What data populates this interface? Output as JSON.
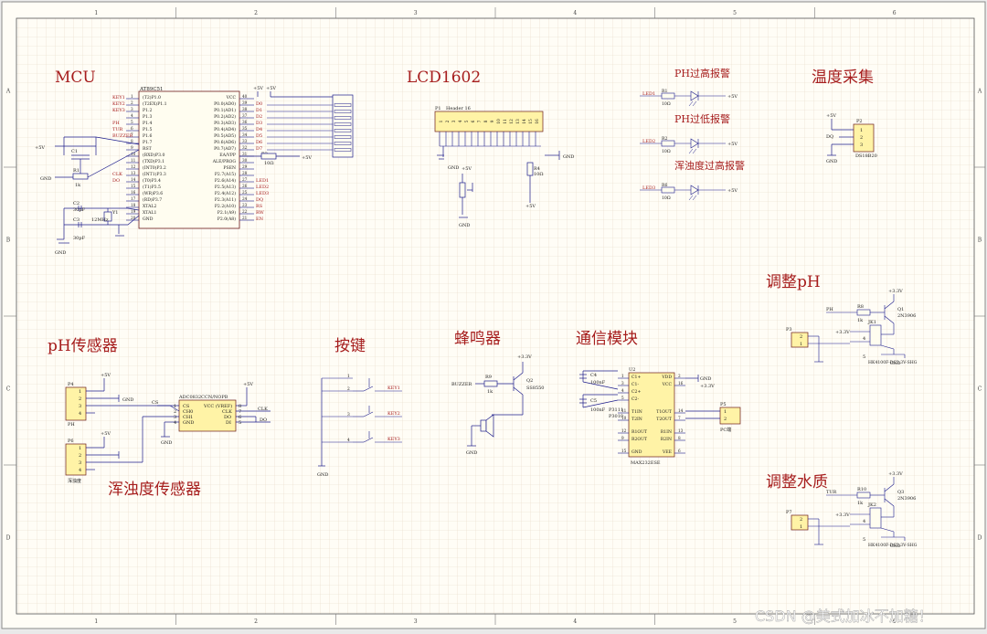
{
  "sheet": {
    "columns": [
      "1",
      "2",
      "3",
      "4",
      "5",
      "6"
    ],
    "rows": [
      "A",
      "B",
      "C",
      "D"
    ],
    "watermark": "CSDN @美式加冰不加糖！"
  },
  "titles": {
    "mcu": "MCU",
    "lcd": "LCD1602",
    "ph_high": "PH过高报警",
    "ph_low": "PH过低报警",
    "turbidity_alarm": "浑浊度过高报警",
    "temperature": "温度采集",
    "adjust_ph": "调整pH",
    "ph_sensor": "pH传感器",
    "keys": "按键",
    "buzzer": "蜂鸣器",
    "comm": "通信模块",
    "turbidity_sensor": "浑浊度传感器",
    "adjust_water": "调整水质"
  },
  "mcu": {
    "chip": "AT89C51",
    "left_pins": [
      "(T2)P1.0",
      "(T2EX)P1.1",
      "P1.2",
      "P1.3",
      "P1.4",
      "P1.5",
      "P1.6",
      "P1.7",
      "RST",
      "(RXD)P3.0",
      "(TXD)P3.1",
      "(INT0)P3.2",
      "(INT1)P3.3",
      "(T0)P3.4",
      "(T1)P3.5",
      "(WR)P3.6",
      "(RD)P3.7",
      "XTAL2",
      "XTAL1",
      "GND"
    ],
    "left_nums": [
      "1",
      "2",
      "3",
      "4",
      "5",
      "6",
      "7",
      "8",
      "9",
      "10",
      "11",
      "12",
      "13",
      "14",
      "15",
      "16",
      "17",
      "18",
      "19",
      "20"
    ],
    "right_pins": [
      "VCC",
      "P0.0(AD0)",
      "P0.1(AD1)",
      "P0.2(AD2)",
      "P0.3(AD3)",
      "P0.4(AD4)",
      "P0.5(AD5)",
      "P0.6(AD6)",
      "P0.7(AD7)",
      "EA/VPP",
      "ALE/PROG",
      "PSEN",
      "P2.7(A15)",
      "P2.6(A14)",
      "P2.5(A13)",
      "P2.4(A12)",
      "P2.3(A11)",
      "P2.2(A10)",
      "P2.1(A9)",
      "P2.0(A8)"
    ],
    "right_nums": [
      "40",
      "39",
      "38",
      "37",
      "36",
      "35",
      "34",
      "33",
      "32",
      "31",
      "30",
      "29",
      "28",
      "27",
      "26",
      "25",
      "24",
      "23",
      "22",
      "21"
    ],
    "left_nets": [
      "KEY1",
      "KEY2",
      "KEY3",
      "",
      "PH",
      "TUR",
      "BUZZER",
      "",
      "",
      "",
      "",
      "",
      "CLK",
      "DO",
      "",
      "",
      "",
      "",
      "",
      ""
    ],
    "right_nets": [
      "",
      "D0",
      "D1",
      "D2",
      "D3",
      "D4",
      "D5",
      "D6",
      "D7",
      "",
      "",
      "",
      "",
      "LED1",
      "LED2",
      "LED3",
      "DQ",
      "RS",
      "RW",
      "EN"
    ],
    "vcc": "+5V",
    "gnd": "GND",
    "reset_cap": "C1",
    "reset_res": "R1",
    "res_val": "1k",
    "c2": "C2",
    "c3": "C3",
    "cap_val": "30pF",
    "xtal": "Y1",
    "xtal_val": "12MHz",
    "r2": "R2",
    "r2_val": "10Ω",
    "resnet": "+5V"
  },
  "lcd": {
    "ref": "P1",
    "part": "Header 16",
    "pins": [
      "1",
      "2",
      "3",
      "4",
      "5",
      "6",
      "7",
      "8",
      "9",
      "10",
      "11",
      "12",
      "13",
      "14",
      "15",
      "16"
    ],
    "r4": "R4",
    "r4_val": "10Ω",
    "vcc": "+5V",
    "gnd": "GND"
  },
  "alarms": [
    {
      "net": "LED1",
      "ref": "R1",
      "val": "10Ω",
      "vcc": "+5V"
    },
    {
      "net": "LED2",
      "ref": "R2",
      "val": "10Ω",
      "vcc": "+5V"
    },
    {
      "net": "LED3",
      "ref": "R6",
      "val": "10Ω",
      "vcc": "+5V"
    }
  ],
  "temp": {
    "ref": "P2",
    "part": "DS18B20",
    "net": "DQ",
    "vcc": "+5V",
    "gnd": "GND",
    "pins": [
      "1",
      "2",
      "3"
    ]
  },
  "ph_sensor": {
    "ref": "P4",
    "label": "PH",
    "vcc": "+5V",
    "gnd": "GND",
    "pins": [
      "1",
      "2",
      "3",
      "4"
    ],
    "ref2": "P6",
    "label2": "浑浊度",
    "vcc2": "+5V",
    "pins2": [
      "1",
      "2",
      "3",
      "4"
    ],
    "adc": "ADC0832CCN/NOPB",
    "adc_left": [
      "CS",
      "CH0",
      "CH1",
      "GND"
    ],
    "adc_right": [
      "VCC (VREF)",
      "CLK",
      "DO",
      "DI"
    ],
    "adc_lnum": [
      "1",
      "2",
      "3",
      "4"
    ],
    "adc_rnum": [
      "8",
      "7",
      "6",
      "5"
    ],
    "cs": "CS",
    "clk": "CLK",
    "do": "DO",
    "adc_vcc": "+5V",
    "adc_gnd": "GND"
  },
  "keys": {
    "items": [
      "KEY1",
      "KEY2",
      "KEY3"
    ],
    "pins": [
      "1",
      "2",
      "3",
      "4"
    ],
    "gnd": "GND"
  },
  "buzzer": {
    "net": "BUZZER",
    "r": "R9",
    "rval": "1k",
    "q": "Q2",
    "qpart": "SS8550",
    "vcc": "+3.3V",
    "gnd": "GND"
  },
  "comm": {
    "ref": "U2",
    "part": "MAX232ESE",
    "left": [
      "C1+",
      "C1-",
      "C2+",
      "C2-",
      "T1IN",
      "T2IN",
      "R1OUT",
      "R2OUT",
      "GND"
    ],
    "right": [
      "VDD",
      "VCC",
      "",
      "",
      "T1OUT",
      "T2OUT",
      "R1IN",
      "R2IN",
      "VEE"
    ],
    "lnums": [
      "1",
      "3",
      "4",
      "5",
      "11",
      "10",
      "12",
      "9",
      "15"
    ],
    "rnums": [
      "2",
      "16",
      "",
      "",
      "14",
      "7",
      "13",
      "8",
      "6"
    ],
    "c4": "C4",
    "c5": "C5",
    "cval": "100nF",
    "txd": "P3111",
    "rxd": "P3010",
    "p5": "P5",
    "p5part": "PC端",
    "gnd": "GND",
    "vcc": "+3.3V"
  },
  "adj_ph": {
    "net": "PH",
    "r": "R8",
    "rval": "1k",
    "q": "Q1",
    "qpart": "2N3906",
    "vcc": "+3.3V",
    "relay": "JK1",
    "relaypart": "HK4100F-DC3.3V-SHG",
    "p": "P3",
    "vcc2": "+3.3V",
    "gnd": "GND",
    "pins": [
      "2",
      "1"
    ]
  },
  "adj_water": {
    "net": "TUR",
    "r": "R10",
    "rval": "1k",
    "q": "Q3",
    "qpart": "2N3906",
    "vcc": "+3.3V",
    "relay": "JK2",
    "relaypart": "HK4100F-DC3.3V-SHG",
    "p": "P7",
    "vcc2": "+3.3V",
    "gnd": "GND",
    "pins": [
      "2",
      "1"
    ]
  }
}
